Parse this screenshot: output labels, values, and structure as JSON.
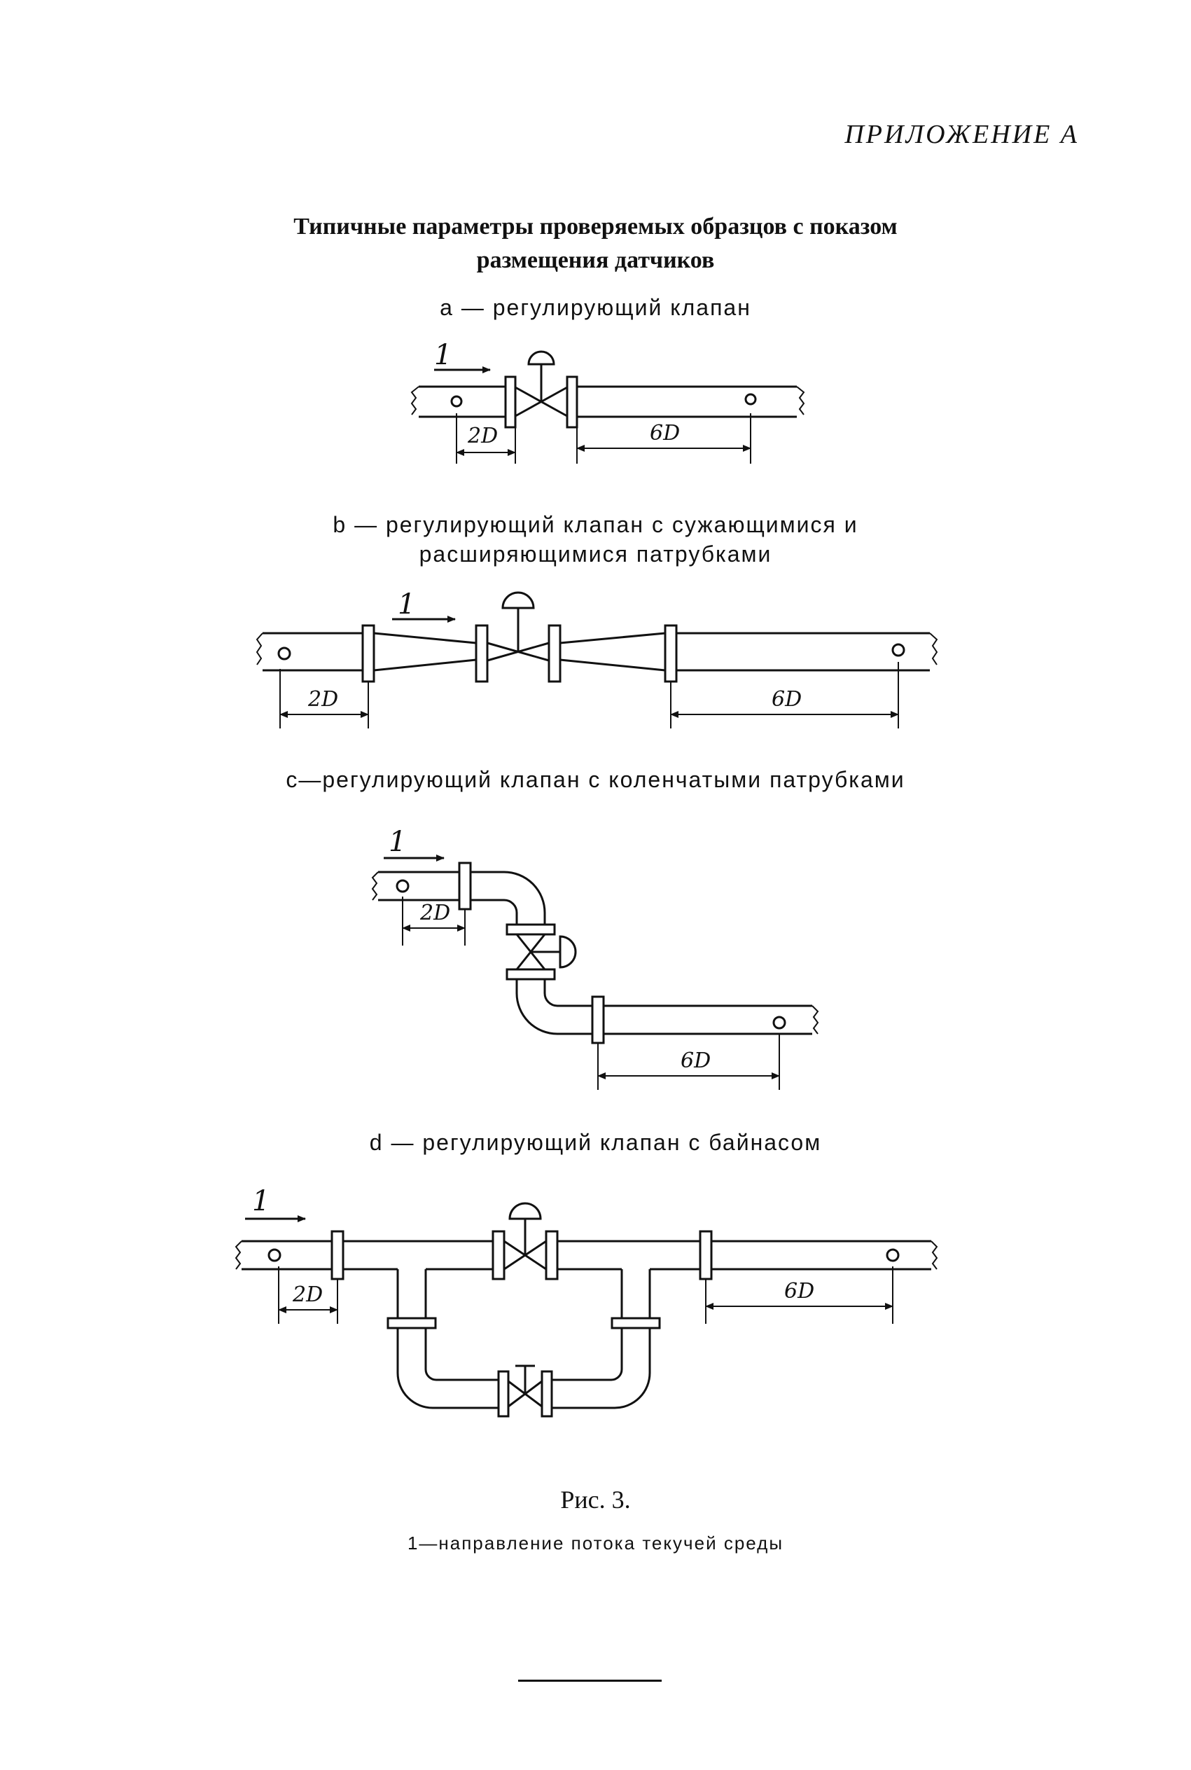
{
  "appendix": "ПРИЛОЖЕНИЕ А",
  "title": {
    "line1": "Типичные параметры проверяемых образцов с показом",
    "line2": "размещения датчиков"
  },
  "subfigures": {
    "a": {
      "caption": "а — регулирующий клапан"
    },
    "b": {
      "caption_line1": "b — регулирующий клапан с сужающимися и",
      "caption_line2": "расширяющимися патрубками"
    },
    "c": {
      "caption": "c—регулирующий клапан с коленчатыми патрубками"
    },
    "d": {
      "caption": "d — регулирующий клапан с байнасом"
    }
  },
  "labels": {
    "flow_marker": "1",
    "upstream_distance": "2D",
    "downstream_distance": "6D"
  },
  "figure_label": "Рис. 3.",
  "figure_note": "1—направление потока текучей среды"
}
